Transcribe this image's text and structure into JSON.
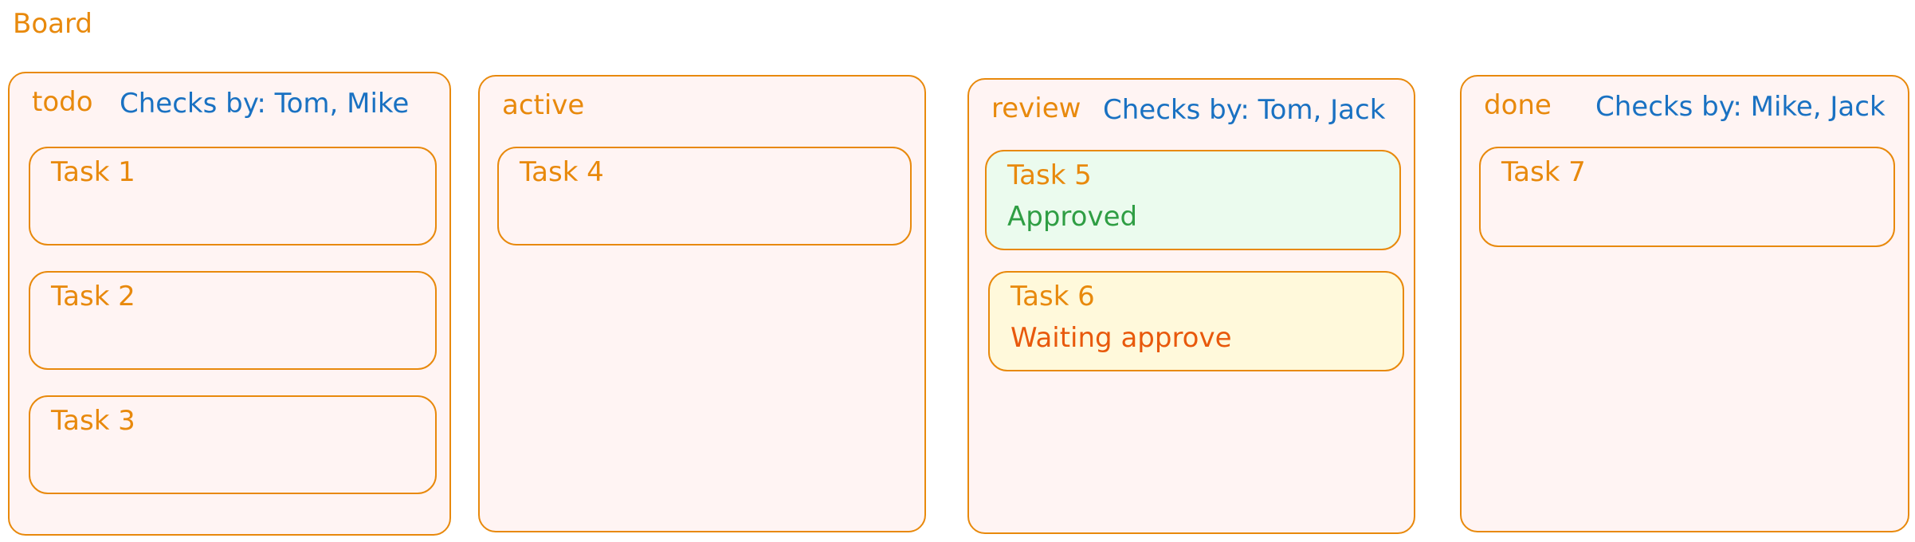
{
  "board": {
    "title": "Board"
  },
  "colors": {
    "accent": "#e8890c",
    "checks": "#1971c2",
    "approved": "#2f9e44",
    "waiting": "#e8590c"
  },
  "columns": [
    {
      "title": "todo",
      "checks": "Checks by: Tom, Mike",
      "cards": [
        {
          "title": "Task 1"
        },
        {
          "title": "Task 2"
        },
        {
          "title": "Task 3"
        }
      ]
    },
    {
      "title": "active",
      "cards": [
        {
          "title": "Task 4"
        }
      ]
    },
    {
      "title": "review",
      "checks": "Checks by: Tom, Jack",
      "cards": [
        {
          "title": "Task 5",
          "status": "Approved"
        },
        {
          "title": "Task 6",
          "status": "Waiting approve"
        }
      ]
    },
    {
      "title": "done",
      "checks": "Checks by: Mike, Jack",
      "cards": [
        {
          "title": "Task 7"
        }
      ]
    }
  ]
}
